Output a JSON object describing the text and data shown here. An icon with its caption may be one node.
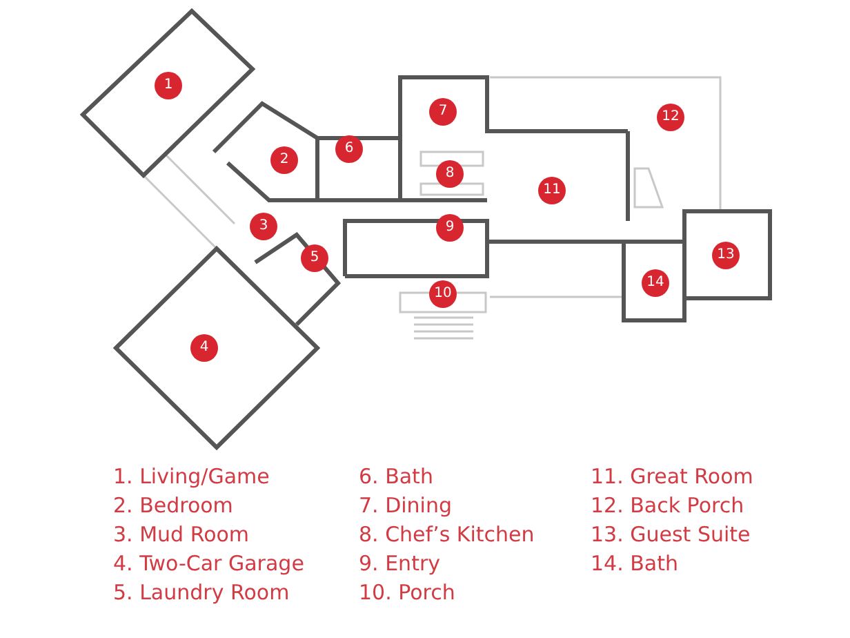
{
  "diagram": {
    "labels": [
      "1",
      "2",
      "3",
      "4",
      "5",
      "6",
      "7",
      "8",
      "9",
      "10",
      "11",
      "12",
      "13",
      "14",
      "1. Living/Game",
      "2. Bedroom",
      "3. Mud Room",
      "4. Two-Car Garage",
      "5. Laundry Room",
      "6. Bath",
      "7. Dining",
      "8. Chef’s Kitchen",
      "9. Entry",
      "10. Porch",
      "11. Great Room",
      "12. Back Porch",
      "13. Guest Suite",
      "14. Bath"
    ]
  }
}
